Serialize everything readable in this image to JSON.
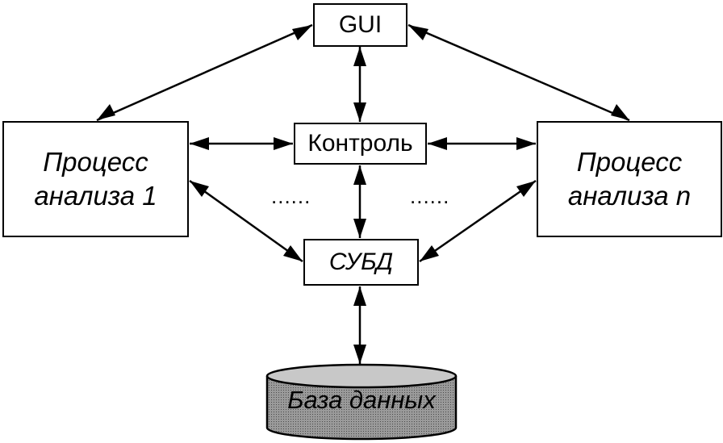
{
  "nodes": {
    "gui": "GUI",
    "control": "Контроль",
    "dbms": "СУБД",
    "process_1": [
      "Процесс",
      "анализа 1"
    ],
    "process_n": [
      "Процесс",
      "анализа n"
    ],
    "database": "База данных"
  },
  "ellipsis": {
    "left": "......",
    "right": "......"
  },
  "colors": {
    "line": "#000000",
    "database_fill": "#8c8c8c",
    "box_fill": "#ffffff"
  },
  "connections": [
    {
      "from": "gui",
      "to": "process_1",
      "type": "bidirectional"
    },
    {
      "from": "gui",
      "to": "process_n",
      "type": "bidirectional"
    },
    {
      "from": "gui",
      "to": "control",
      "type": "bidirectional"
    },
    {
      "from": "process_1",
      "to": "control",
      "type": "bidirectional"
    },
    {
      "from": "control",
      "to": "process_n",
      "type": "bidirectional"
    },
    {
      "from": "control",
      "to": "dbms",
      "type": "bidirectional"
    },
    {
      "from": "process_1",
      "to": "dbms",
      "type": "bidirectional"
    },
    {
      "from": "process_n",
      "to": "dbms",
      "type": "bidirectional"
    },
    {
      "from": "dbms",
      "to": "database",
      "type": "bidirectional"
    }
  ]
}
